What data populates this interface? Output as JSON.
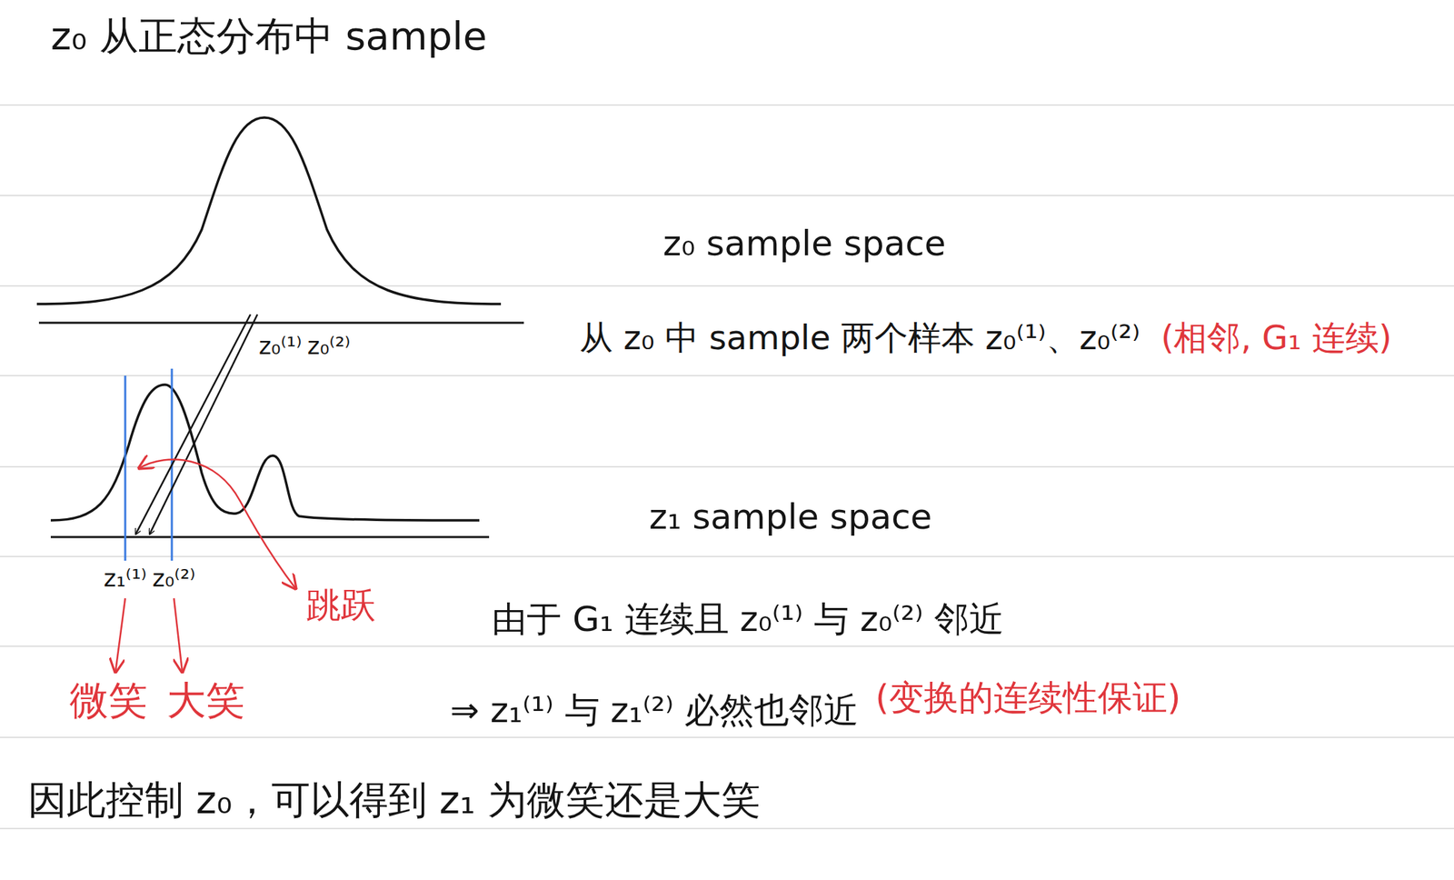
{
  "diagram": {
    "title": "z₀ 从正态分布中 sample",
    "labels": [
      "z₀ sample space",
      "z₀⁽¹⁾",
      "z₀⁽²⁾",
      "从 z₀ 中 sample 两个样本 z₀⁽¹⁾、z₀⁽²⁾",
      "(相邻, G₁ 连续)",
      "z₁ sample space",
      "z₁⁽¹⁾",
      "z₀⁽²⁾",
      "跳跃",
      "由于 G₁ 连续且 z₀⁽¹⁾ 与 z₀⁽²⁾ 邻近",
      "微笑",
      "大笑",
      "⇒ z₁⁽¹⁾ 与 z₁⁽²⁾ 必然也邻近",
      "(变换的连续性保证)",
      "因此控制 z₀，可以得到 z₁ 为微笑还是大笑"
    ]
  }
}
